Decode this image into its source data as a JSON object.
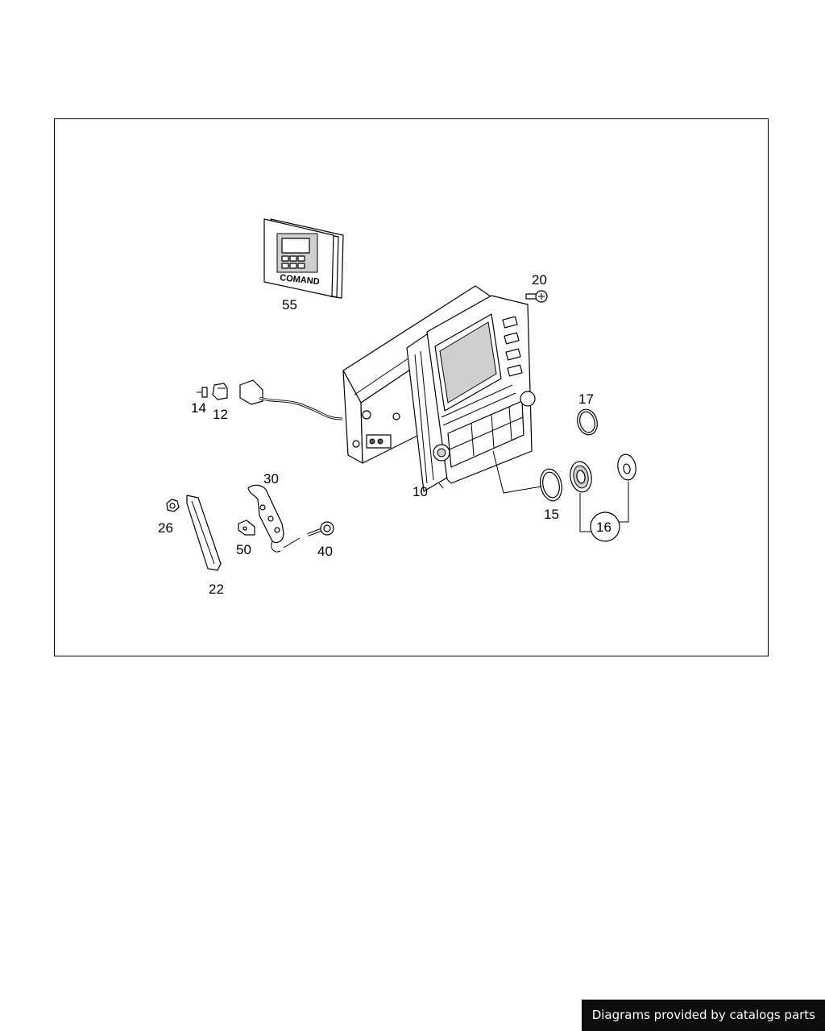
{
  "diagram": {
    "callouts": {
      "c10": "10",
      "c12": "12",
      "c14": "14",
      "c15": "15",
      "c16": "16",
      "c17": "17",
      "c20": "20",
      "c22": "22",
      "c26": "26",
      "c30": "30",
      "c40": "40",
      "c50": "50",
      "c55": "55"
    },
    "manual_cover_text": "COMAND"
  },
  "footer": {
    "credit": "Diagrams provided by catalogs parts"
  }
}
